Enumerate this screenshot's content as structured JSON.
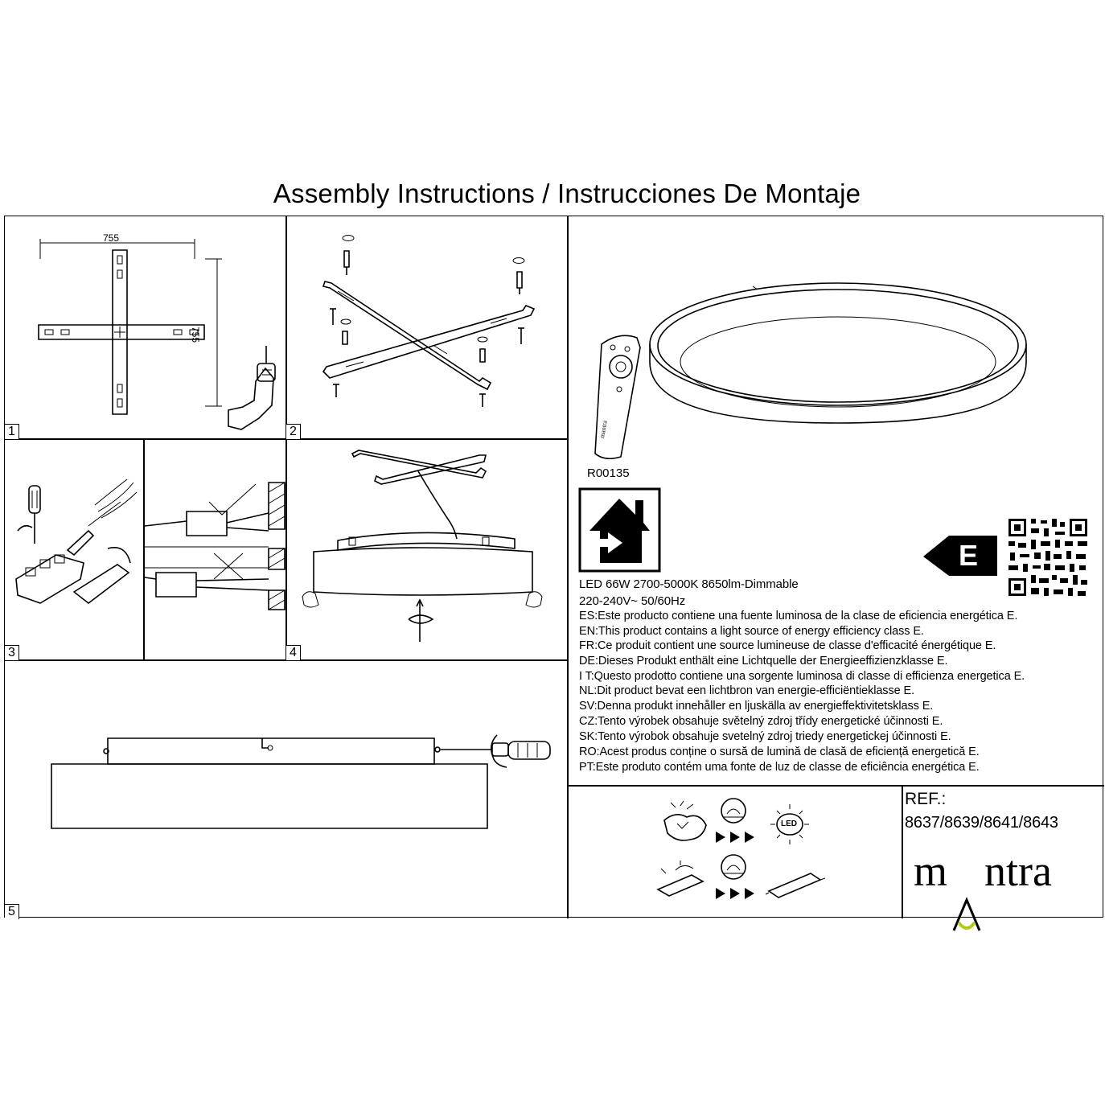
{
  "title": "Assembly Instructions / Instrucciones De Montaje",
  "steps": [
    "1",
    "2",
    "3",
    "4",
    "5"
  ],
  "dimensions": {
    "width": "755",
    "height": "755"
  },
  "remote_model": "R00135",
  "remote_brand": "mantra",
  "specs": {
    "line1": "LED 66W 2700-5000K 8650lm-Dimmable",
    "line2": "220-240V~ 50/60Hz"
  },
  "energy_class": "E",
  "energy_statements": [
    "ES:Este producto contiene una fuente luminosa de la clase de eficiencia energética E.",
    "EN:This product contains a light source of energy efficiency class E.",
    "FR:Ce produit contient une source lumineuse de classe d'efficacité énergétique E.",
    "DE:Dieses Produkt enthält eine Lichtquelle der Energieeffizienzklasse E.",
    "I T:Questo prodotto contiene una sorgente luminosa di classe di efficienza energetica E.",
    "NL:Dit product bevat een lichtbron van energie-efficiëntieklasse E.",
    "SV:Denna produkt innehåller en ljuskälla av energieffektivitetsklass E.",
    "CZ:Tento výrobek obsahuje světelný zdroj třídy energetické účinnosti E.",
    "SK:Tento výrobok obsahuje svetelný zdroj triedy energetickej účinnosti E.",
    "RO:Acest produs conține o sursă de lumină de clasă de eficiență energetică E.",
    "PT:Este produto contém uma fonte de luz de classe de eficiência energética E."
  ],
  "led_label": "LED",
  "reference": {
    "label": "REF.:",
    "codes": "8637/8639/8641/8643"
  },
  "brand": {
    "before": "m",
    "after": "ntra",
    "accent_color": "#b5c918"
  },
  "colors": {
    "line": "#000000",
    "background": "#ffffff"
  }
}
